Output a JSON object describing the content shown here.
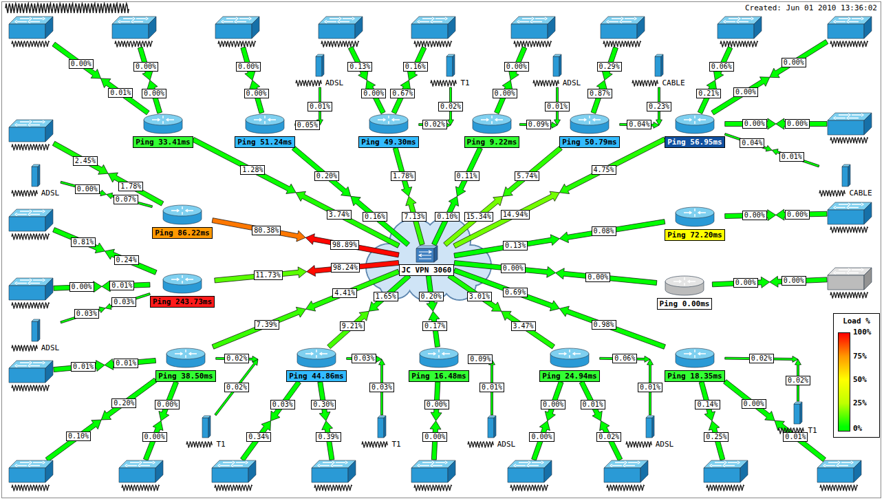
{
  "diagram": {
    "nodes": [
      {
        "text": []
      },
      {
        "text": []
      },
      {
        "text": []
      },
      {
        "text": []
      },
      {
        "text": []
      },
      {
        "text": []
      },
      {
        "text": []
      },
      {
        "text": []
      },
      {
        "text": []
      },
      {
        "text": [
          "ADSL"
        ]
      },
      {
        "text": [
          "T1"
        ]
      },
      {
        "text": [
          "ADSL"
        ]
      },
      {
        "text": [
          "CABLE"
        ]
      },
      {
        "text": [
          "Ping 33.41ms"
        ]
      },
      {
        "text": [
          "Ping 51.24ms"
        ]
      },
      {
        "text": [
          "Ping 49.30ms"
        ]
      },
      {
        "text": [
          "Ping 9.22ms"
        ]
      },
      {
        "text": [
          "Ping 50.79ms"
        ]
      },
      {
        "text": [
          "Ping 56.95ms"
        ]
      },
      {
        "text": []
      },
      {
        "text": []
      },
      {
        "text": [
          "ADSL"
        ]
      },
      {
        "text": [
          "CABLE"
        ]
      },
      {
        "text": []
      },
      {
        "text": [
          "Ping 86.22ms"
        ]
      },
      {
        "text": [
          "Ping 72.20ms"
        ]
      },
      {
        "text": []
      },
      {
        "text": [
          "JC VPN 3060"
        ]
      },
      {
        "text": []
      },
      {
        "text": [
          "Ping 243.73ms"
        ]
      },
      {
        "text": [
          "Ping 0.00ms"
        ]
      },
      {
        "text": []
      },
      {
        "text": [
          "ADSL"
        ]
      },
      {
        "text": [
          "Ping 38.50ms"
        ]
      },
      {
        "text": [
          "Ping 44.86ms"
        ]
      },
      {
        "text": [
          "Ping 16.48ms"
        ]
      },
      {
        "text": [
          "Ping 24.94ms"
        ]
      },
      {
        "text": [
          "Ping 18.35ms"
        ]
      },
      {
        "text": []
      },
      {
        "text": [
          "T1"
        ]
      },
      {
        "text": [
          "T1"
        ]
      },
      {
        "text": [
          "T1"
        ]
      },
      {
        "text": [
          "ADSL"
        ]
      },
      {
        "text": [
          "ADSL"
        ]
      },
      {
        "text": []
      },
      {
        "text": []
      },
      {
        "text": []
      },
      {
        "text": []
      },
      {
        "text": []
      },
      {
        "text": []
      },
      {
        "text": []
      },
      {
        "text": []
      },
      {
        "text": []
      }
    ],
    "edges": [
      {
        "from": 0,
        "to": 13,
        "arrow": "to",
        "label": "0.00%"
      },
      {
        "from": 13,
        "to": 0,
        "arrow": "to",
        "label": "0.01%"
      },
      {
        "from": 1,
        "to": 13,
        "arrow": "to",
        "label": "0.00%"
      },
      {
        "from": 13,
        "to": 1,
        "arrow": "to",
        "label": "0.00%"
      },
      {
        "from": 13,
        "to": 27,
        "arrow": "to",
        "label": "1.28%"
      },
      {
        "from": 27,
        "to": 13,
        "arrow": "to",
        "label": "3.74%"
      },
      {
        "from": 2,
        "to": 14,
        "arrow": "to",
        "label": "0.00%"
      },
      {
        "from": 14,
        "to": 2,
        "arrow": "to",
        "label": "0.00%"
      },
      {
        "from": 9,
        "to": 14,
        "arrow": "to",
        "label": "0.01%"
      },
      {
        "from": 14,
        "to": 9,
        "arrow": "to",
        "label": "0.05%"
      },
      {
        "from": 14,
        "to": 27,
        "arrow": "to",
        "label": "0.20%"
      },
      {
        "from": 27,
        "to": 14,
        "arrow": "to",
        "label": "0.16%"
      },
      {
        "from": 3,
        "to": 15,
        "arrow": "to",
        "label": "0.13%"
      },
      {
        "from": 15,
        "to": 3,
        "arrow": "to",
        "label": "0.00%"
      },
      {
        "from": 4,
        "to": 15,
        "arrow": "to",
        "label": "0.16%"
      },
      {
        "from": 15,
        "to": 4,
        "arrow": "to",
        "label": "0.67%"
      },
      {
        "from": 10,
        "to": 15,
        "arrow": "to",
        "label": "0.02%"
      },
      {
        "from": 15,
        "to": 10,
        "arrow": "to",
        "label": "0.02%"
      },
      {
        "from": 15,
        "to": 27,
        "arrow": "to",
        "label": "1.78%"
      },
      {
        "from": 27,
        "to": 15,
        "arrow": "to",
        "label": "7.13%"
      },
      {
        "from": 5,
        "to": 16,
        "arrow": "to",
        "label": "0.00%"
      },
      {
        "from": 16,
        "to": 5,
        "arrow": "to",
        "label": "0.00%"
      },
      {
        "from": 11,
        "to": 16,
        "arrow": "to",
        "label": "0.01%"
      },
      {
        "from": 16,
        "to": 11,
        "arrow": "to",
        "label": "0.09%"
      },
      {
        "from": 16,
        "to": 27,
        "arrow": "to",
        "label": "0.11%"
      },
      {
        "from": 27,
        "to": 16,
        "arrow": "to",
        "label": "0.10%"
      },
      {
        "from": 6,
        "to": 17,
        "arrow": "to",
        "label": "0.29%"
      },
      {
        "from": 17,
        "to": 6,
        "arrow": "to",
        "label": "0.87%"
      },
      {
        "from": 12,
        "to": 17,
        "arrow": "to",
        "label": "0.23%"
      },
      {
        "from": 17,
        "to": 12,
        "arrow": "to",
        "label": "0.04%"
      },
      {
        "from": 17,
        "to": 27,
        "arrow": "to",
        "label": "5.74%"
      },
      {
        "from": 27,
        "to": 17,
        "arrow": "to",
        "label": "15.34%"
      },
      {
        "from": 7,
        "to": 18,
        "arrow": "to",
        "label": "0.06%"
      },
      {
        "from": 18,
        "to": 7,
        "arrow": "to",
        "label": "0.21%"
      },
      {
        "from": 8,
        "to": 18,
        "arrow": "to",
        "label": "0.00%"
      },
      {
        "from": 18,
        "to": 8,
        "arrow": "to",
        "label": "0.00%"
      },
      {
        "from": 19,
        "to": 18,
        "arrow": "to",
        "label": "0.00%"
      },
      {
        "from": 18,
        "to": 19,
        "arrow": "to",
        "label": "0.00%"
      },
      {
        "from": 22,
        "to": 18,
        "arrow": "to",
        "label": "0.01%"
      },
      {
        "from": 18,
        "to": 22,
        "arrow": "to",
        "label": "0.04%"
      },
      {
        "from": 18,
        "to": 27,
        "arrow": "to",
        "label": "4.75%"
      },
      {
        "from": 27,
        "to": 18,
        "arrow": "to",
        "label": "14.94%"
      },
      {
        "from": 20,
        "to": 24,
        "arrow": "to",
        "label": "2.45%"
      },
      {
        "from": 24,
        "to": 20,
        "arrow": "to",
        "label": "1.78%"
      },
      {
        "from": 21,
        "to": 24,
        "arrow": "to",
        "label": "0.00%"
      },
      {
        "from": 24,
        "to": 21,
        "arrow": "to",
        "label": "0.07%"
      },
      {
        "from": 24,
        "to": 27,
        "arrow": "to",
        "label": "80.38%"
      },
      {
        "from": 27,
        "to": 24,
        "arrow": "to",
        "label": "98.89%"
      },
      {
        "from": 23,
        "to": 29,
        "arrow": "to",
        "label": "0.81%"
      },
      {
        "from": 29,
        "to": 23,
        "arrow": "to",
        "label": "0.24%"
      },
      {
        "from": 28,
        "to": 29,
        "arrow": "to",
        "label": "0.00%"
      },
      {
        "from": 29,
        "to": 28,
        "arrow": "to",
        "label": "0.01%"
      },
      {
        "from": 32,
        "to": 29,
        "arrow": "to",
        "label": "0.03%"
      },
      {
        "from": 29,
        "to": 32,
        "arrow": "to",
        "label": "0.03%"
      },
      {
        "from": 29,
        "to": 27,
        "arrow": "to",
        "label": "11.73%"
      },
      {
        "from": 27,
        "to": 29,
        "arrow": "to",
        "label": "98.24%"
      },
      {
        "from": 26,
        "to": 25,
        "arrow": "to",
        "label": "0.00%"
      },
      {
        "from": 25,
        "to": 26,
        "arrow": "to",
        "label": "0.00%"
      },
      {
        "from": 25,
        "to": 27,
        "arrow": "to",
        "label": "0.08%"
      },
      {
        "from": 27,
        "to": 25,
        "arrow": "to",
        "label": "0.13%"
      },
      {
        "from": 31,
        "to": 30,
        "arrow": "to",
        "label": "0.00%"
      },
      {
        "from": 30,
        "to": 31,
        "arrow": "to",
        "label": "0.00%"
      },
      {
        "from": 30,
        "to": 27,
        "arrow": "to",
        "label": "0.00%"
      },
      {
        "from": 27,
        "to": 30,
        "arrow": "to",
        "label": "0.00%"
      },
      {
        "from": 33,
        "to": 27,
        "arrow": "to",
        "label": "7.39%"
      },
      {
        "from": 27,
        "to": 33,
        "arrow": "to",
        "label": "4.41%"
      },
      {
        "from": 38,
        "to": 33,
        "arrow": "to",
        "label": "0.01%"
      },
      {
        "from": 33,
        "to": 38,
        "arrow": "to",
        "label": "0.01%"
      },
      {
        "from": 44,
        "to": 33,
        "arrow": "to",
        "label": "0.10%"
      },
      {
        "from": 33,
        "to": 44,
        "arrow": "to",
        "label": "0.20%"
      },
      {
        "from": 45,
        "to": 33,
        "arrow": "to",
        "label": "0.00%"
      },
      {
        "from": 33,
        "to": 45,
        "arrow": "to",
        "label": "0.00%"
      },
      {
        "from": 40,
        "to": 33,
        "arrow": "to",
        "label": "0.02%"
      },
      {
        "from": 33,
        "to": 40,
        "arrow": "to",
        "label": "0.02%"
      },
      {
        "from": 46,
        "to": 34,
        "arrow": "to",
        "label": "0.34%"
      },
      {
        "from": 34,
        "to": 46,
        "arrow": "to",
        "label": "0.03%"
      },
      {
        "from": 47,
        "to": 34,
        "arrow": "to",
        "label": "0.39%"
      },
      {
        "from": 34,
        "to": 47,
        "arrow": "to",
        "label": "0.30%"
      },
      {
        "from": 41,
        "to": 34,
        "arrow": "to",
        "label": "0.03%"
      },
      {
        "from": 34,
        "to": 41,
        "arrow": "to",
        "label": "0.03%"
      },
      {
        "from": 34,
        "to": 27,
        "arrow": "to",
        "label": "9.21%"
      },
      {
        "from": 27,
        "to": 34,
        "arrow": "to",
        "label": "1.65%"
      },
      {
        "from": 48,
        "to": 35,
        "arrow": "to",
        "label": "0.00%"
      },
      {
        "from": 35,
        "to": 48,
        "arrow": "to",
        "label": "0.00%"
      },
      {
        "from": 42,
        "to": 35,
        "arrow": "to",
        "label": "0.01%"
      },
      {
        "from": 35,
        "to": 42,
        "arrow": "to",
        "label": "0.09%"
      },
      {
        "from": 35,
        "to": 27,
        "arrow": "to",
        "label": "0.17%"
      },
      {
        "from": 27,
        "to": 35,
        "arrow": "to",
        "label": "0.20%"
      },
      {
        "from": 49,
        "to": 36,
        "arrow": "to",
        "label": "0.00%"
      },
      {
        "from": 36,
        "to": 49,
        "arrow": "to",
        "label": "0.00%"
      },
      {
        "from": 50,
        "to": 36,
        "arrow": "to",
        "label": "0.02%"
      },
      {
        "from": 36,
        "to": 50,
        "arrow": "to",
        "label": "0.01%"
      },
      {
        "from": 43,
        "to": 36,
        "arrow": "to",
        "label": "0.01%"
      },
      {
        "from": 36,
        "to": 43,
        "arrow": "to",
        "label": "0.06%"
      },
      {
        "from": 36,
        "to": 27,
        "arrow": "to",
        "label": "3.47%"
      },
      {
        "from": 27,
        "to": 36,
        "arrow": "to",
        "label": "3.01%"
      },
      {
        "from": 51,
        "to": 37,
        "arrow": "to",
        "label": "0.25%"
      },
      {
        "from": 37,
        "to": 51,
        "arrow": "to",
        "label": "0.14%"
      },
      {
        "from": 52,
        "to": 37,
        "arrow": "to",
        "label": "0.01%"
      },
      {
        "from": 37,
        "to": 52,
        "arrow": "to",
        "label": "0.00%"
      },
      {
        "from": 39,
        "to": 37,
        "arrow": "to",
        "label": "0.02%"
      },
      {
        "from": 37,
        "to": 39,
        "arrow": "to",
        "label": "0.02%"
      },
      {
        "from": 37,
        "to": 27,
        "arrow": "to",
        "label": "0.98%"
      },
      {
        "from": 27,
        "to": 37,
        "arrow": "to",
        "label": "0.69%"
      }
    ],
    "labels": [
      "Created: Jun 01 2010 13:36:02",
      "Load %"
    ],
    "legend": [
      {
        "text": "100%",
        "color": "#ff0000"
      },
      {
        "text": "75%",
        "color": "#ff9900"
      },
      {
        "text": "50%",
        "color": "#ffff00"
      },
      {
        "text": "25%",
        "color": "#bfff00"
      },
      {
        "text": "0%",
        "color": "#00ff00"
      }
    ]
  }
}
